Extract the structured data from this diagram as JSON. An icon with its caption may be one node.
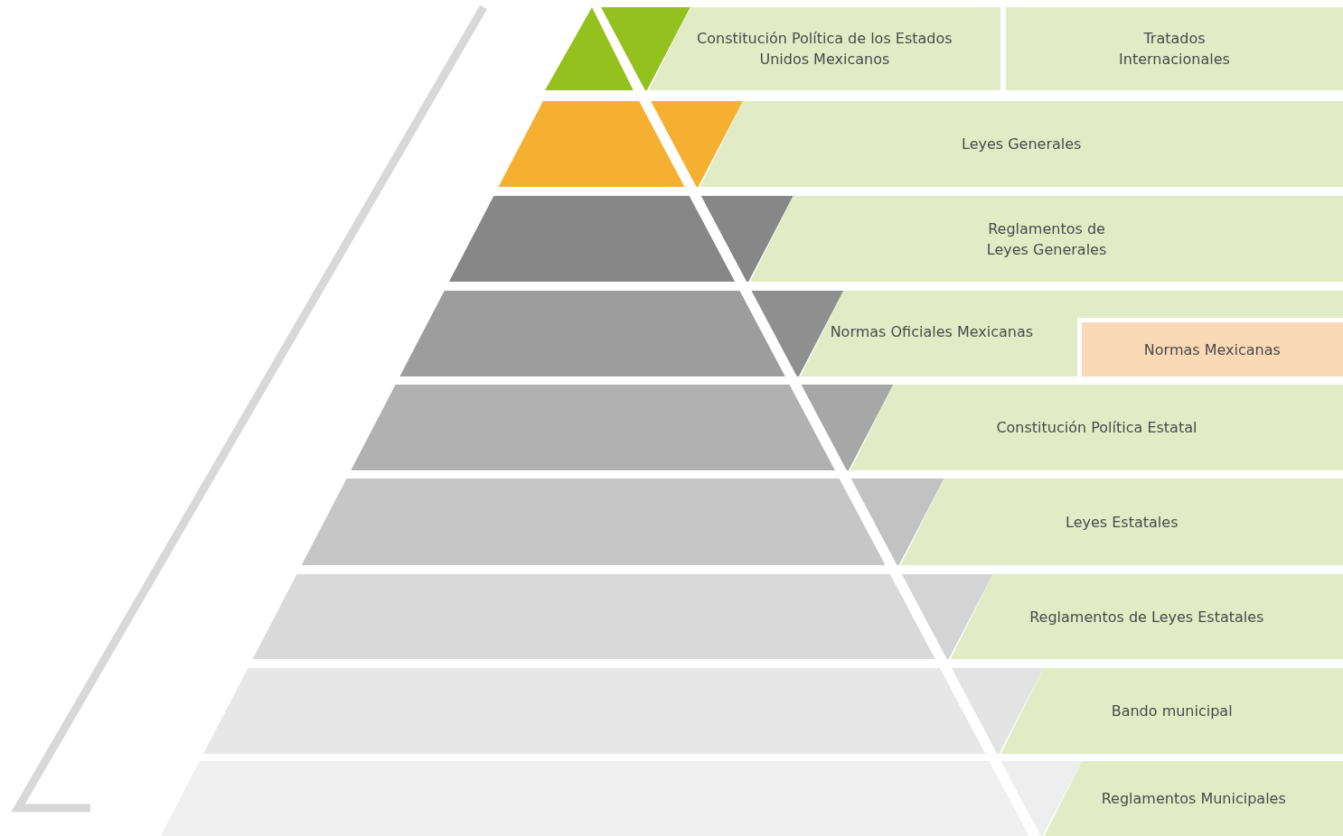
{
  "diagram": {
    "nodes": [
      {
        "text": [
          "Constitución Política de los Estados Unidos Mexicanos"
        ]
      },
      {
        "text": [
          "Tratados Internacionales"
        ]
      },
      {
        "text": [
          "Leyes Generales"
        ]
      },
      {
        "text": [
          "Reglamentos de Leyes Generales"
        ]
      },
      {
        "text": [
          "Normas Oficiales Mexicanas"
        ]
      },
      {
        "text": [
          "Normas Mexicanas"
        ],
        "in": 4
      },
      {
        "text": [
          "Constitución Política Estatal"
        ]
      },
      {
        "text": [
          "Leyes Estatales"
        ]
      },
      {
        "text": [
          "Reglamentos de Leyes Estatales"
        ]
      },
      {
        "text": [
          "Bando municipal"
        ]
      },
      {
        "text": [
          "Reglamentos Municipales"
        ]
      }
    ]
  }
}
